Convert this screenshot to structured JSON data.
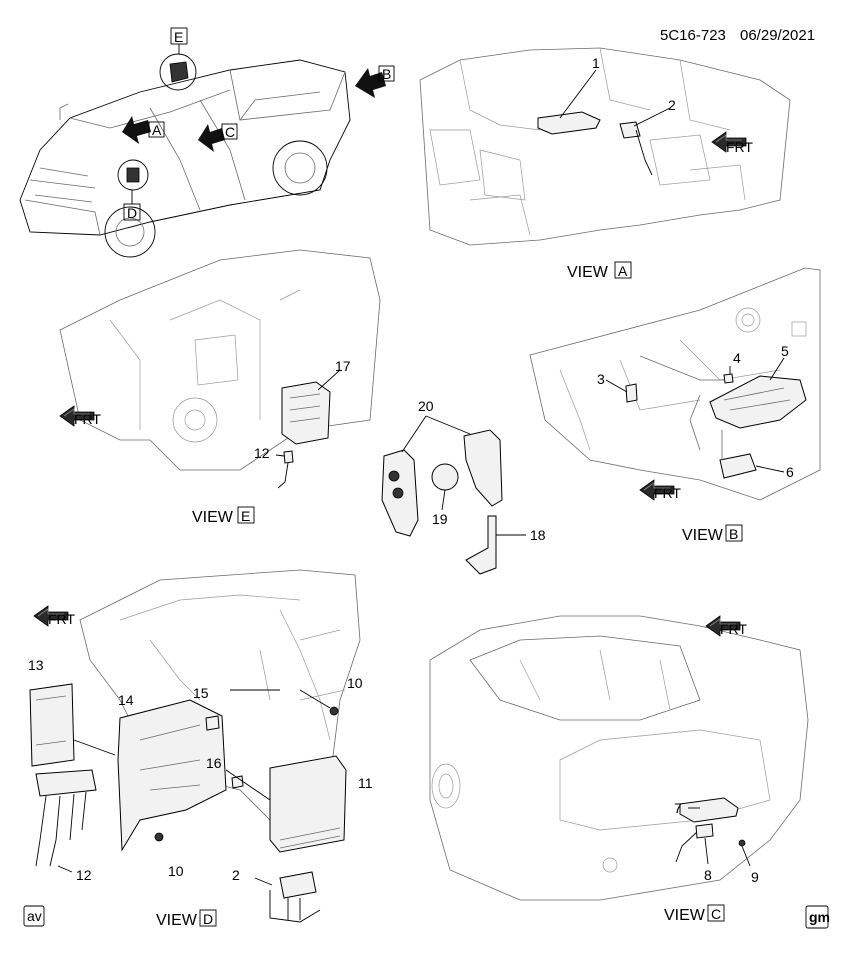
{
  "header": {
    "code": "5C16-723",
    "date": "06/29/2021"
  },
  "truck_callouts": {
    "a": "A",
    "b": "B",
    "c": "C",
    "d": "D",
    "e": "E"
  },
  "views": {
    "a": {
      "prefix": "VIEW",
      "letter": "A"
    },
    "b": {
      "prefix": "VIEW",
      "letter": "B"
    },
    "c": {
      "prefix": "VIEW",
      "letter": "C"
    },
    "d": {
      "prefix": "VIEW",
      "letter": "D"
    },
    "e": {
      "prefix": "VIEW",
      "letter": "E"
    }
  },
  "frt_label": "FRT",
  "callouts": {
    "c1": "1",
    "c2": "2",
    "c3": "3",
    "c4": "4",
    "c5": "5",
    "c6": "6",
    "c7": "7",
    "c8": "8",
    "c9": "9",
    "c10a": "10",
    "c10b": "10",
    "c11": "11",
    "c12a": "12",
    "c12b": "12",
    "c13": "13",
    "c14": "14",
    "c15": "15",
    "c16": "16",
    "c17": "17",
    "c18": "18",
    "c19": "19",
    "c20": "20",
    "c2d": "2"
  },
  "badges": {
    "left": "av",
    "right": "gm"
  }
}
